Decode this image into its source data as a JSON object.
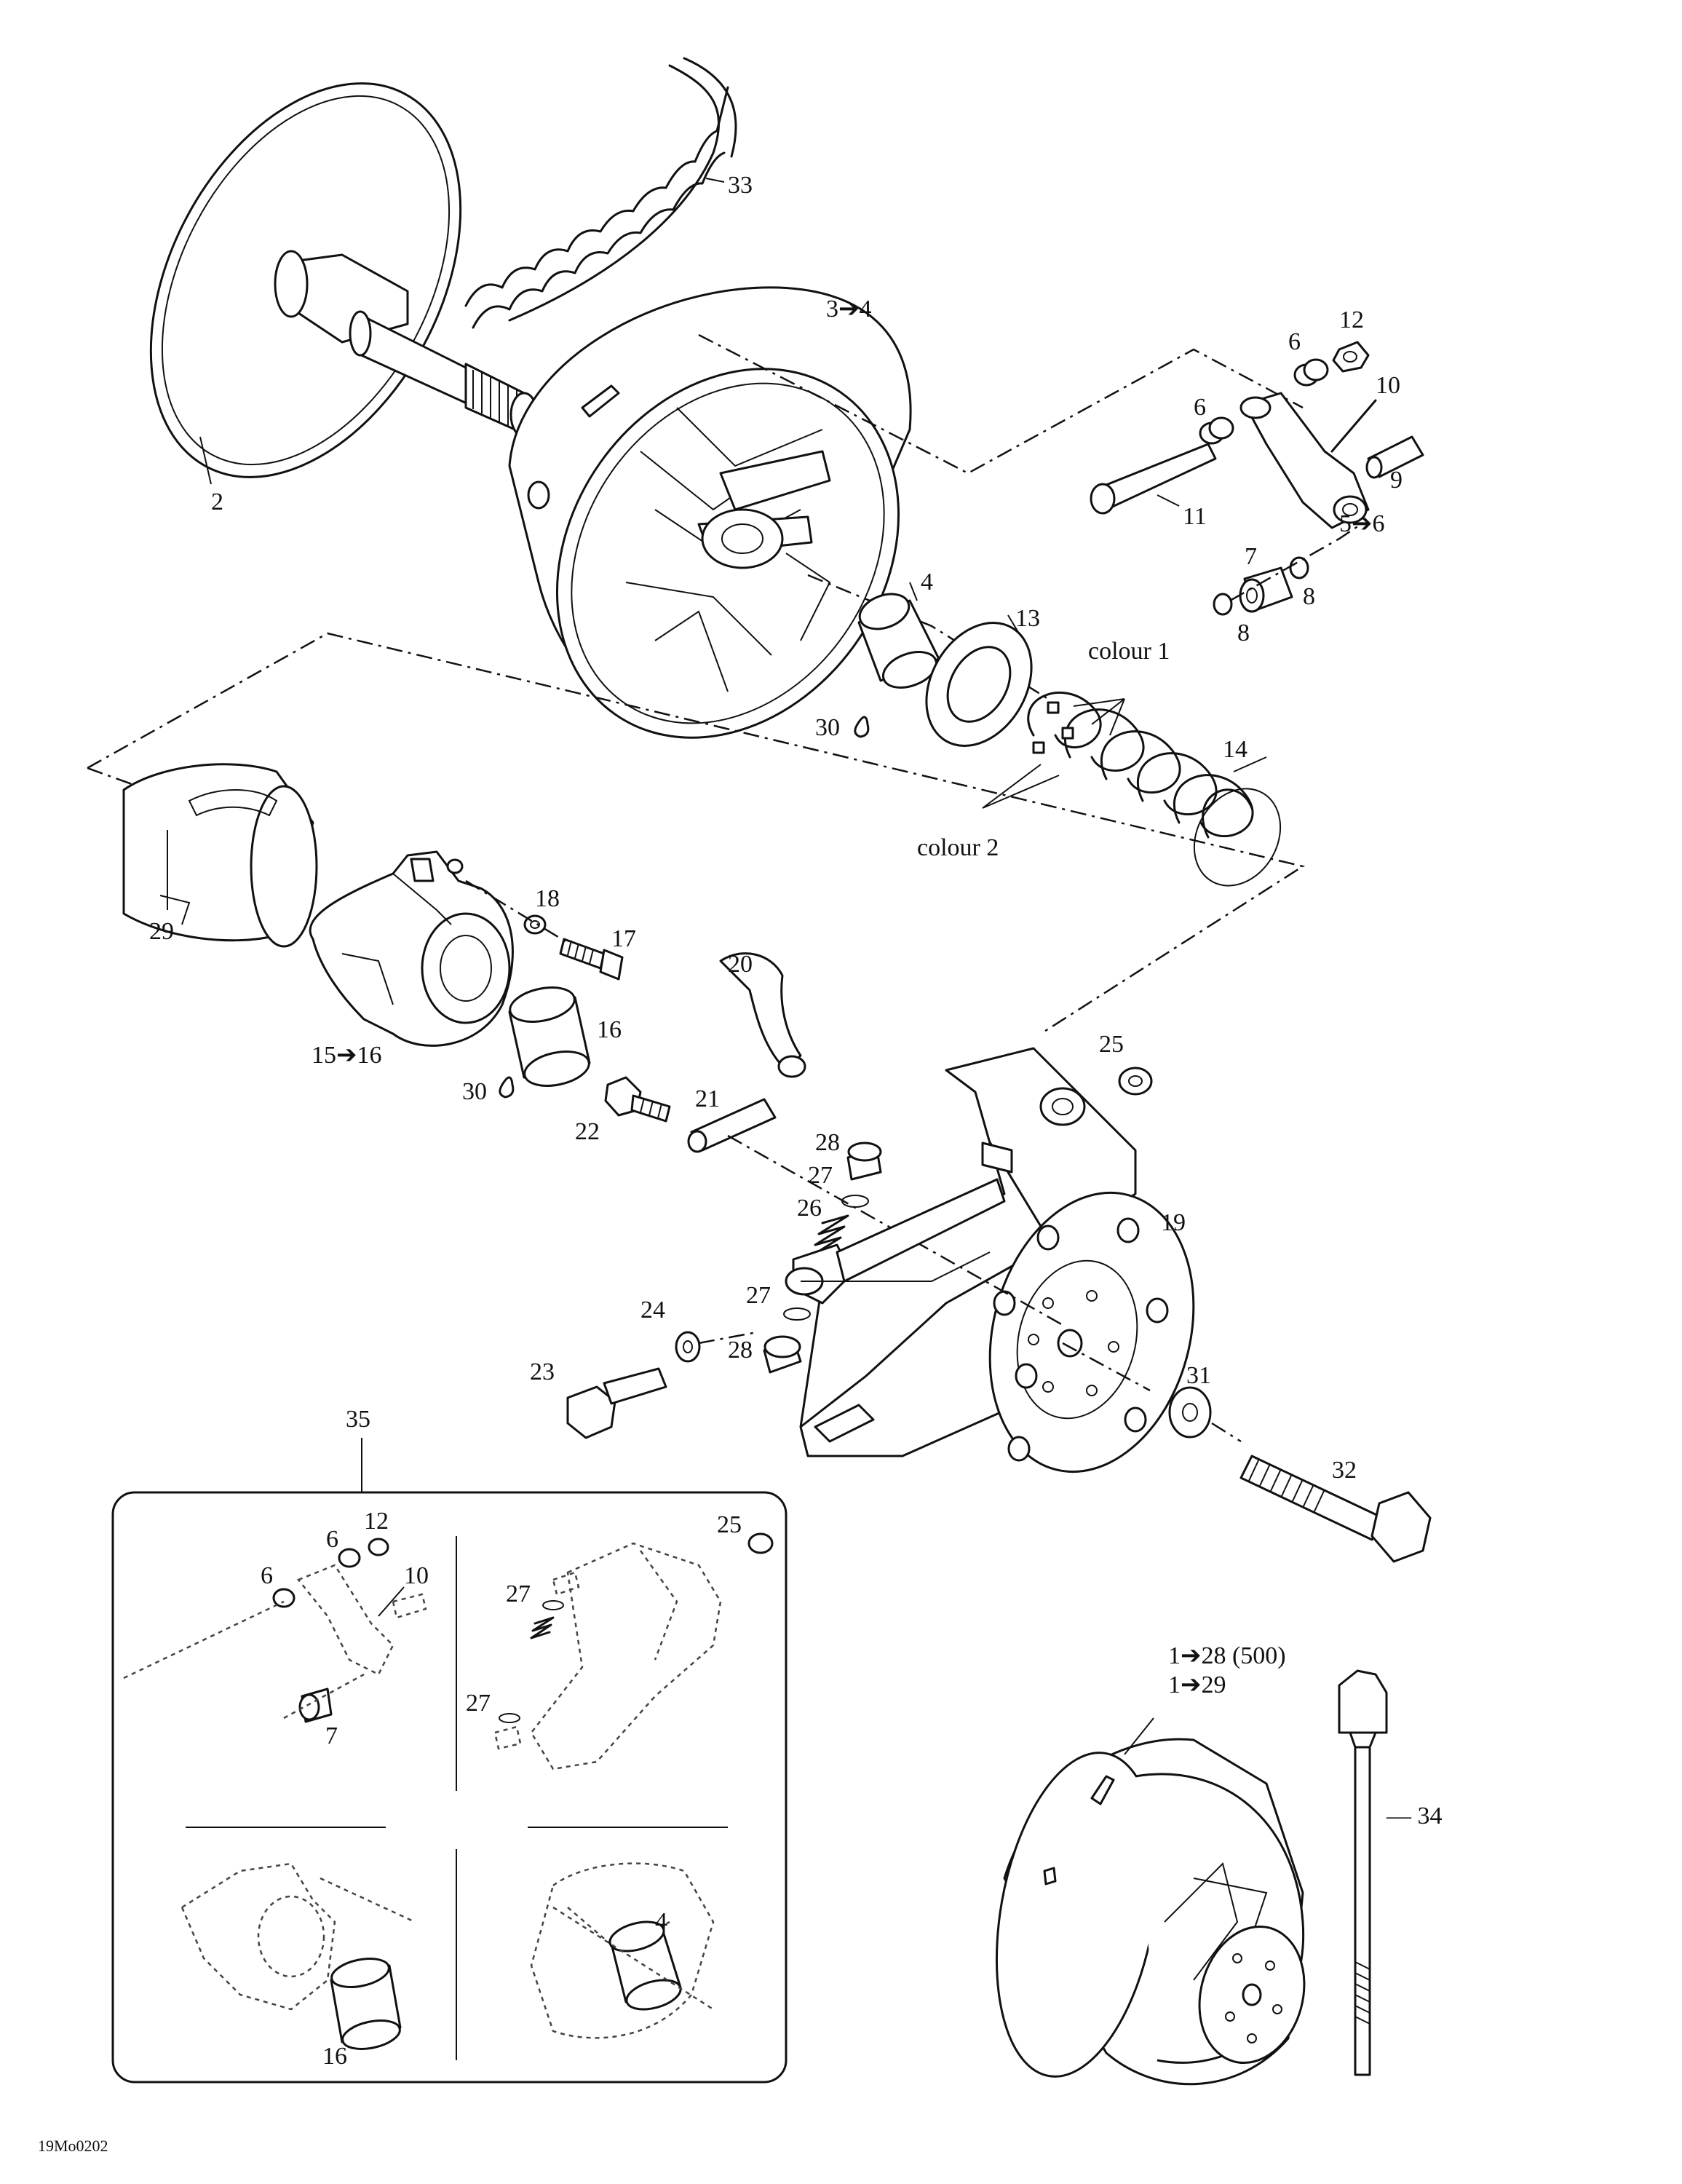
{
  "labels": {
    "l2": "2",
    "l33": "33",
    "l3_4": "3➔4",
    "l12a": "12",
    "l6a": "6",
    "l6b": "6",
    "l10a": "10",
    "l9": "9",
    "l11": "11",
    "l5_6": "5➔6",
    "l7a": "7",
    "l8a": "8",
    "l8b": "8",
    "l4a": "4",
    "l13": "13",
    "l30a": "30",
    "colour1": "colour 1",
    "colour2": "colour 2",
    "l14": "14",
    "l29": "29",
    "l18": "18",
    "l17": "17",
    "l20": "20",
    "l16a": "16",
    "l15_16": "15➔16",
    "l30b": "30",
    "l25a": "25",
    "l21": "21",
    "l28a": "28",
    "l27a": "27",
    "l26": "26",
    "l22": "22",
    "l19": "19",
    "l24": "24",
    "l27b": "27",
    "l28b": "28",
    "l23": "23",
    "l31": "31",
    "l32": "32",
    "l35": "35",
    "l12b": "12",
    "l6c": "6",
    "l6d": "6",
    "l10b": "10",
    "l7b": "7",
    "l25b": "25",
    "l27c": "27",
    "l27d": "27",
    "l4b": "4",
    "l16b": "16",
    "l1_28": "1➔28 (500)",
    "l1_29": "1➔29",
    "l34": "— 34"
  },
  "drawing_ref": "19Mo0202"
}
